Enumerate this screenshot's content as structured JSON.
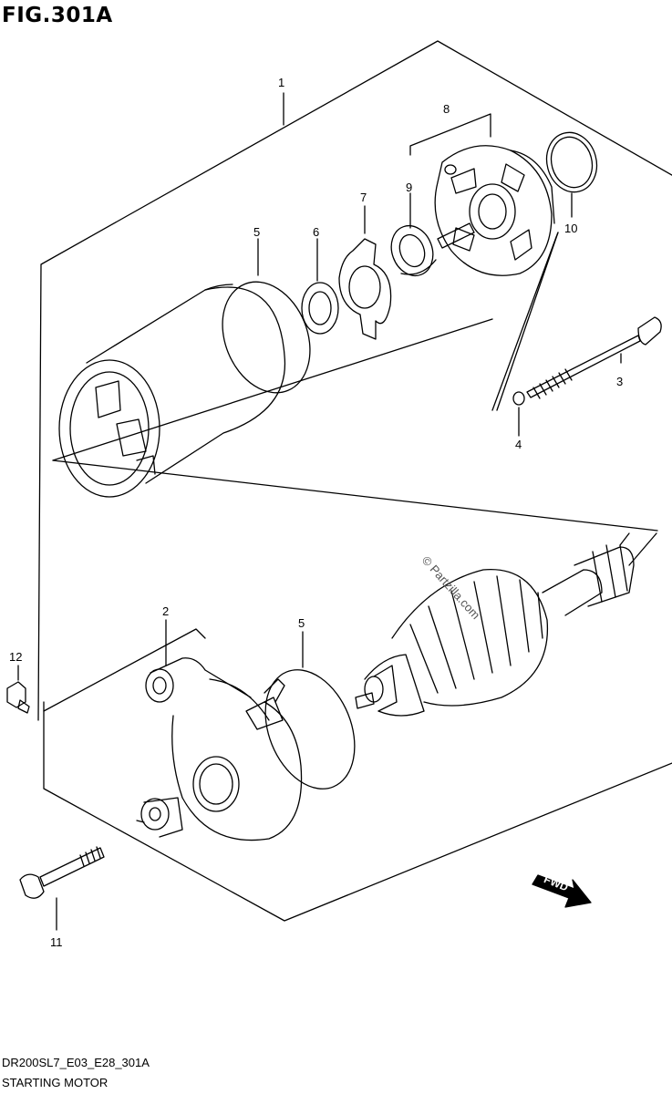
{
  "figure": {
    "title": "FIG.301A",
    "code": "DR200SL7_E03_E28_301A",
    "name": "STARTING MOTOR",
    "watermark": "© Partzilla.com",
    "fwd_label": "FWD"
  },
  "callouts": [
    {
      "id": "1",
      "label": "1"
    },
    {
      "id": "2",
      "label": "2"
    },
    {
      "id": "3",
      "label": "3"
    },
    {
      "id": "4",
      "label": "4"
    },
    {
      "id": "5a",
      "label": "5"
    },
    {
      "id": "5b",
      "label": "5"
    },
    {
      "id": "6",
      "label": "6"
    },
    {
      "id": "7",
      "label": "7"
    },
    {
      "id": "8",
      "label": "8"
    },
    {
      "id": "9",
      "label": "9"
    },
    {
      "id": "10",
      "label": "10"
    },
    {
      "id": "11",
      "label": "11"
    },
    {
      "id": "12",
      "label": "12"
    }
  ]
}
